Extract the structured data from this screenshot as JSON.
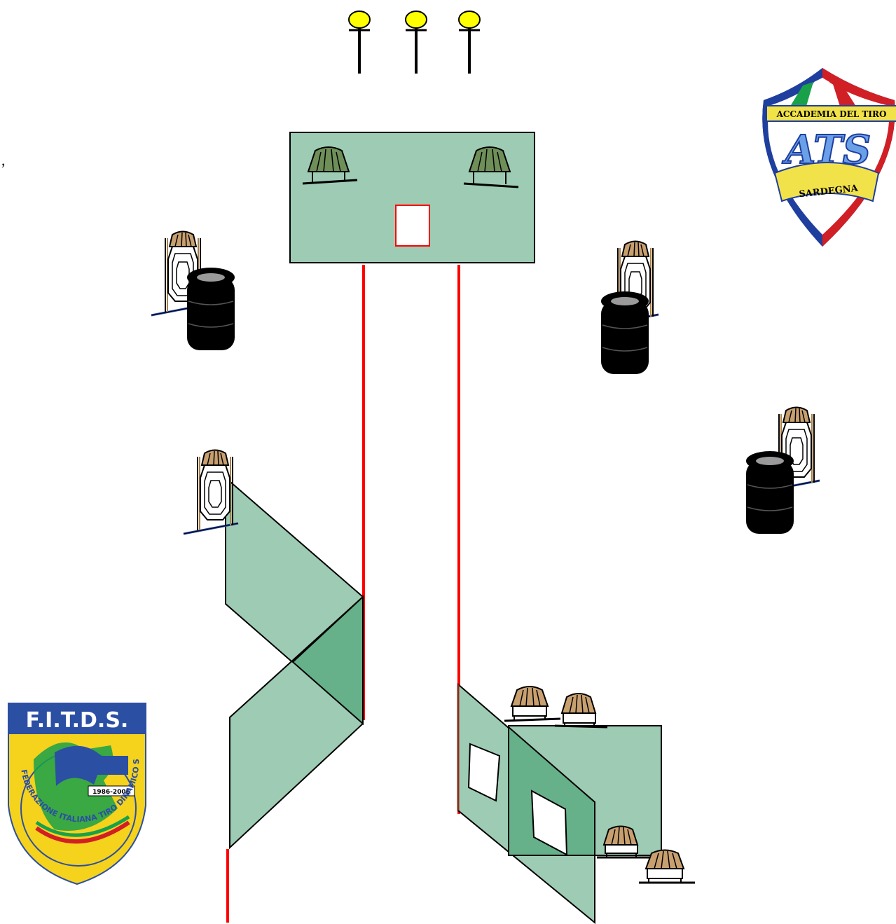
{
  "title": "",
  "colors": {
    "panel": "#9ecbb3",
    "panel_overlap": "#66b08a",
    "fault_line": "#ff0000",
    "popper": "#ffff00",
    "steel_green": "#6f8f59",
    "steel_tan": "#c8a070",
    "tire": "#000000",
    "ats_red": "#d11f26",
    "ats_blue": "#1f3f9e",
    "ats_yellow": "#f2e24a",
    "fitds_blue": "#2b4fa3",
    "fitds_yellow": "#f5d21c"
  },
  "icons": [
    "popper-icon",
    "plate-icon",
    "paper-target-icon",
    "tire-stack-icon",
    "ats-logo-icon",
    "fitds-logo-icon"
  ],
  "stray_mark": ",",
  "logos": {
    "ats": {
      "banner": "ACCADEMIA DEL TIRO",
      "letters": "ATS",
      "ribbon": "SARDEGNA"
    },
    "fitds": {
      "banner": "F.I.T.D.S.",
      "ring": "FEDERAZIONE ITALIANA TIRO DINAMICO SPORTIVO",
      "years": "1986-2006"
    }
  }
}
